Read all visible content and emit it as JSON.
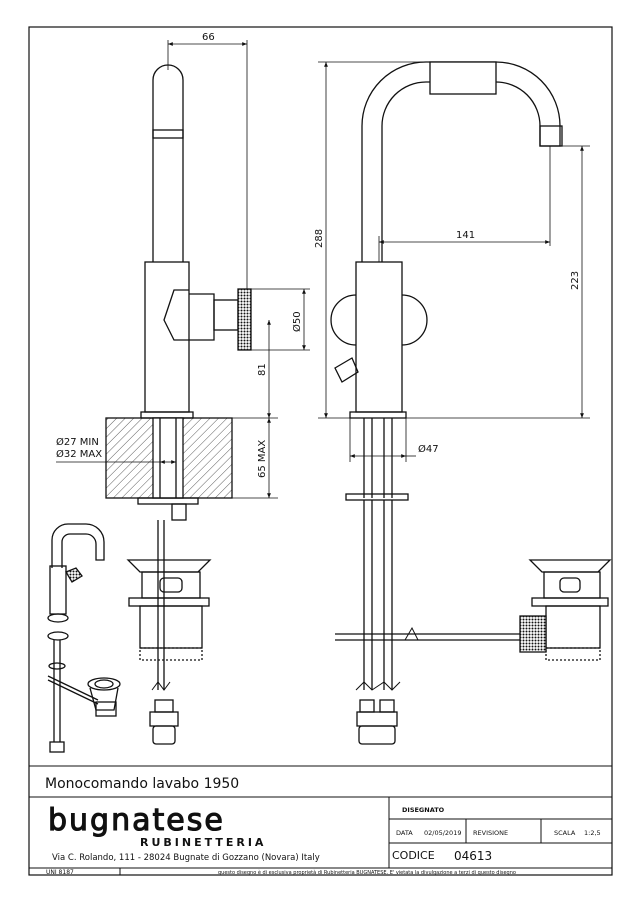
{
  "dimensions": {
    "top_offset": "66",
    "height_total": "288",
    "reach": "141",
    "spout_height": "223",
    "knob_diameter": "Ø50",
    "base_to_knob": "81",
    "hole_min": "Ø27 MIN",
    "hole_max": "Ø32 MAX",
    "deck_max": "65 MAX",
    "base_diameter": "Ø47"
  },
  "title_block": {
    "product_name": "Monocomando lavabo 1950",
    "brand": "bugnatese",
    "brand_sub": "RUBINETTERIA",
    "address": "Via C. Rolando, 111 - 28024 Bugnate di Gozzano (Novara) Italy",
    "disegnato_label": "DISEGNATO",
    "data_label": "DATA",
    "data_value": "02/05/2019",
    "revisione_label": "REVISIONE",
    "scala_label": "SCALA",
    "scala_value": "1:2,5",
    "codice_label": "CODICE",
    "codice_value": "04613",
    "standard": "UNI 8187",
    "disclaimer": "questo disegno è di esclusiva proprietà di Rubinetteria BUGNATESE. E' vietata la divulgazione a terzi di questo disegno"
  }
}
